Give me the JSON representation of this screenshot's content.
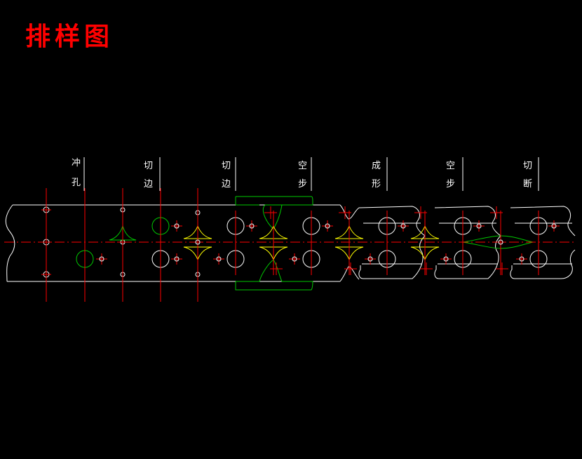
{
  "title": "排样图",
  "stages": [
    {
      "id": "s0",
      "line1": "冲",
      "line2": "孔"
    },
    {
      "id": "s1",
      "line1": "切",
      "line2": "边"
    },
    {
      "id": "s2",
      "line1": "切",
      "line2": "边"
    },
    {
      "id": "s3",
      "line1": "空",
      "line2": "步"
    },
    {
      "id": "s4",
      "line1": "成",
      "line2": "形"
    },
    {
      "id": "s5",
      "line1": "空",
      "line2": "步"
    },
    {
      "id": "s6",
      "line1": "切",
      "line2": "断"
    }
  ],
  "colors": {
    "strip": "#ffffff",
    "centerline": "#ff0000",
    "cut_green": "#00c800",
    "form_yellow": "#ffff00",
    "title": "#ff0000"
  }
}
